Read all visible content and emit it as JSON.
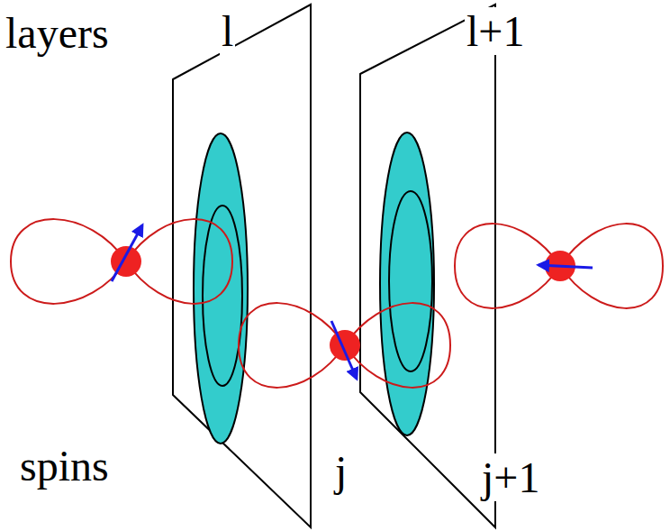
{
  "diagram": {
    "labels": [
      "layers",
      "l",
      "l+1",
      "spins",
      "j",
      "j+1"
    ]
  }
}
